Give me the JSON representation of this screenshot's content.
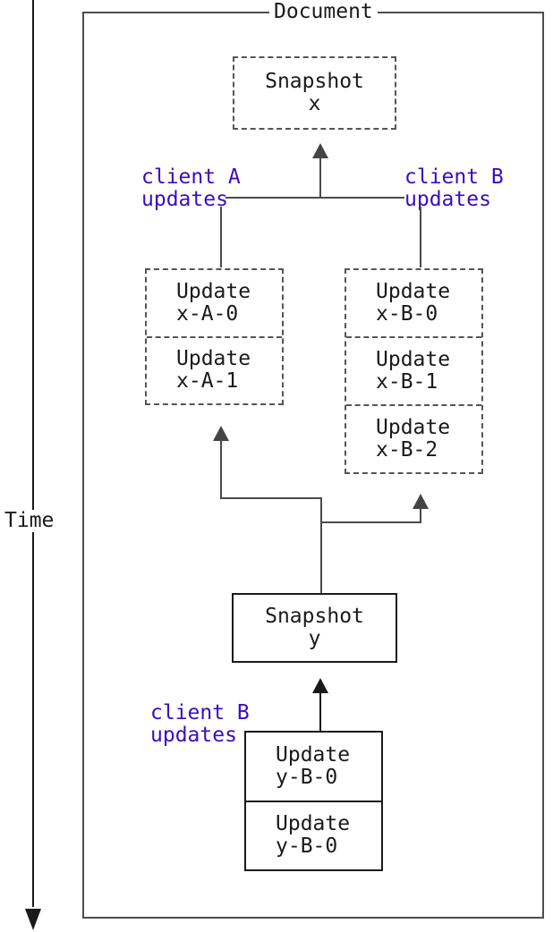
{
  "document_title": "Document",
  "time_axis": {
    "label": "Time"
  },
  "snapshots": {
    "x": "Snapshot\nx",
    "y": "Snapshot\ny"
  },
  "client_labels": {
    "client_a_top": "client A\nupdates",
    "client_b_top": "client B\nupdates",
    "client_b_bottom": "client B\nupdates"
  },
  "stacks": {
    "x_a": {
      "cells": [
        "Update\nx-A-0",
        "Update\nx-A-1"
      ]
    },
    "x_b": {
      "cells": [
        "Update\nx-B-0",
        "Update\nx-B-1",
        "Update\nx-B-2"
      ]
    },
    "y_b": {
      "cells": [
        "Update\ny-B-0",
        "Update\ny-B-0"
      ]
    }
  },
  "colors": {
    "line_gray": "#4a4a4a",
    "dashed_border": "#555555",
    "solid_border": "#1a1a1a",
    "text": "#1a1a1a",
    "client_label_purple": "#3a0dc2",
    "background": "#ffffff"
  }
}
